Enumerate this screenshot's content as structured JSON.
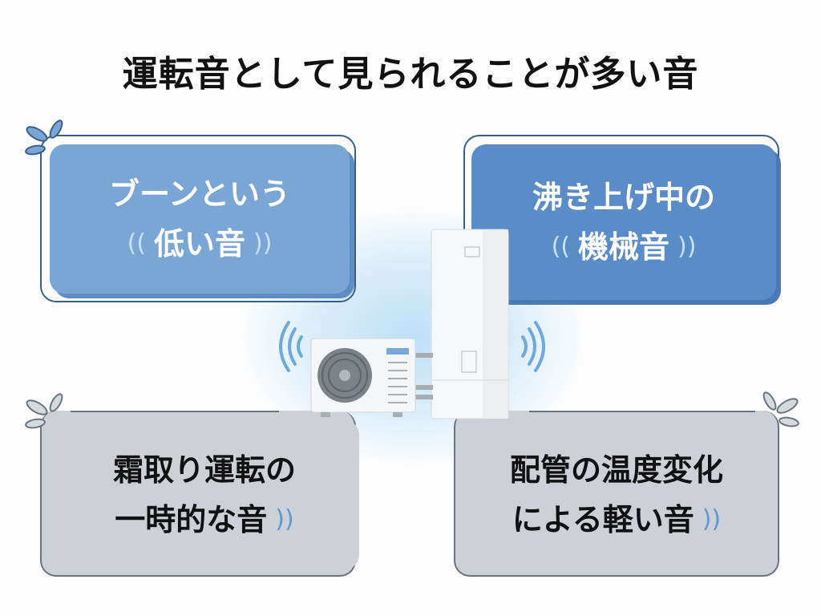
{
  "title": "運転音として見られることが多い音",
  "cards": [
    {
      "line1": "ブーンという",
      "line2": "低い音",
      "style": "light-blue"
    },
    {
      "line1": "沸き上げ中の",
      "line2": "機械音",
      "style": "blue"
    },
    {
      "line1": "霜取り運転の",
      "line2": "一時的な音",
      "style": "gray"
    },
    {
      "line1": "配管の温度変化",
      "line2": "による軽い音",
      "style": "gray"
    }
  ],
  "icons": {
    "wave_left": "((",
    "wave_right": "))"
  },
  "colors": {
    "card_light_blue": "#7aa6d6",
    "card_blue": "#5a8cc7",
    "card_gray": "#cdd1d7",
    "outline": "#3b5f8a",
    "wave": "#5a97d6"
  }
}
